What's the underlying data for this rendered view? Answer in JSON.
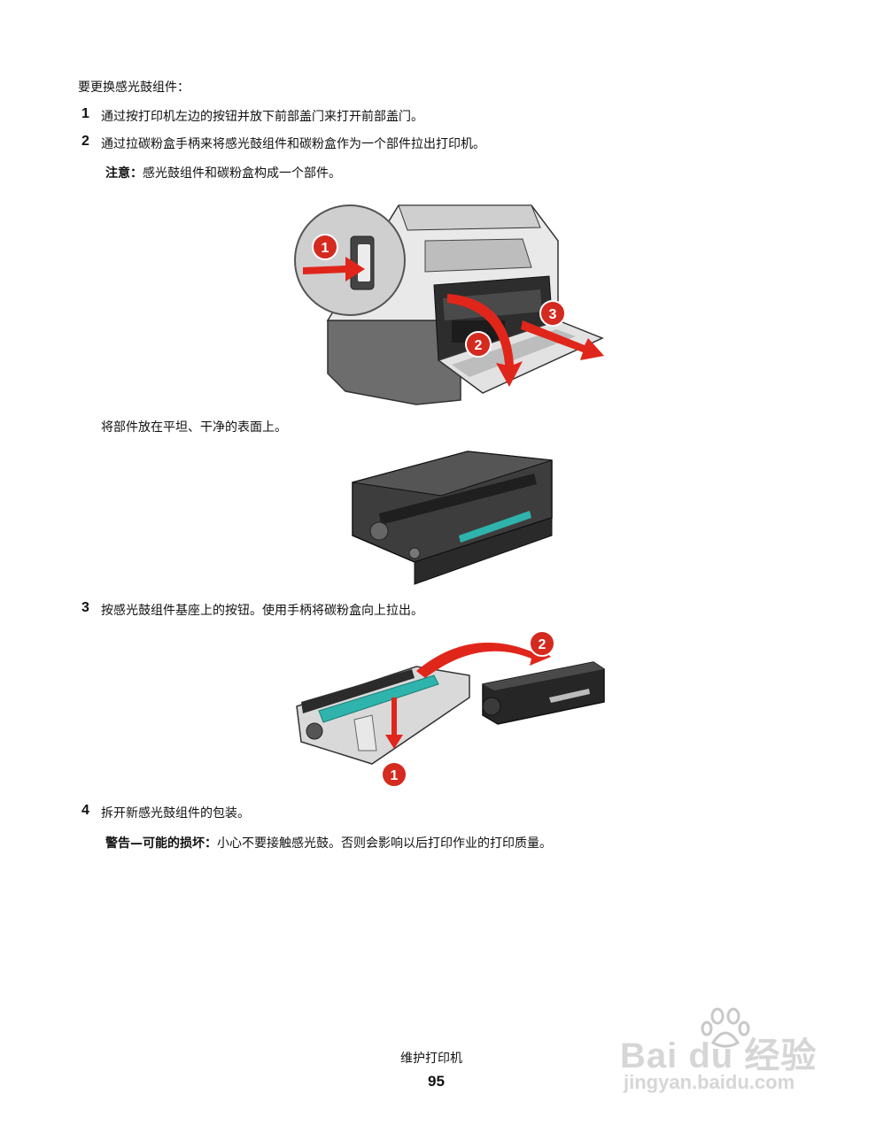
{
  "intro": "要更换感光鼓组件：",
  "steps": [
    {
      "num": "1",
      "text": "通过按打印机左边的按钮并放下前部盖门来打开前部盖门。"
    },
    {
      "num": "2",
      "text": "通过拉碳粉盒手柄来将感光鼓组件和碳粉盒作为一个部件拉出打印机。"
    },
    {
      "num": "3",
      "text": "按感光鼓组件基座上的按钮。使用手柄将碳粉盒向上拉出。"
    },
    {
      "num": "4",
      "text": "拆开新感光鼓组件的包装。"
    }
  ],
  "note": {
    "label": "注意：",
    "text": "感光鼓组件和碳粉盒构成一个部件。"
  },
  "caption_flat": "将部件放在平坦、干净的表面上。",
  "warning": {
    "label": "警告—可能的损坏：",
    "text": "小心不要接触感光鼓。否则会影响以后打印作业的打印质量。"
  },
  "callouts": {
    "fig1": [
      "1",
      "2",
      "3"
    ],
    "fig3": [
      "1",
      "2"
    ]
  },
  "footer": {
    "title": "维护打印机",
    "page": "95"
  },
  "watermark": {
    "brand": "Bai du 经验",
    "url": "jingyan.baidu.com"
  },
  "colors": {
    "callout_red": "#d42a20",
    "arrow_red": "#e0261b",
    "teal": "#2fb3ad"
  }
}
